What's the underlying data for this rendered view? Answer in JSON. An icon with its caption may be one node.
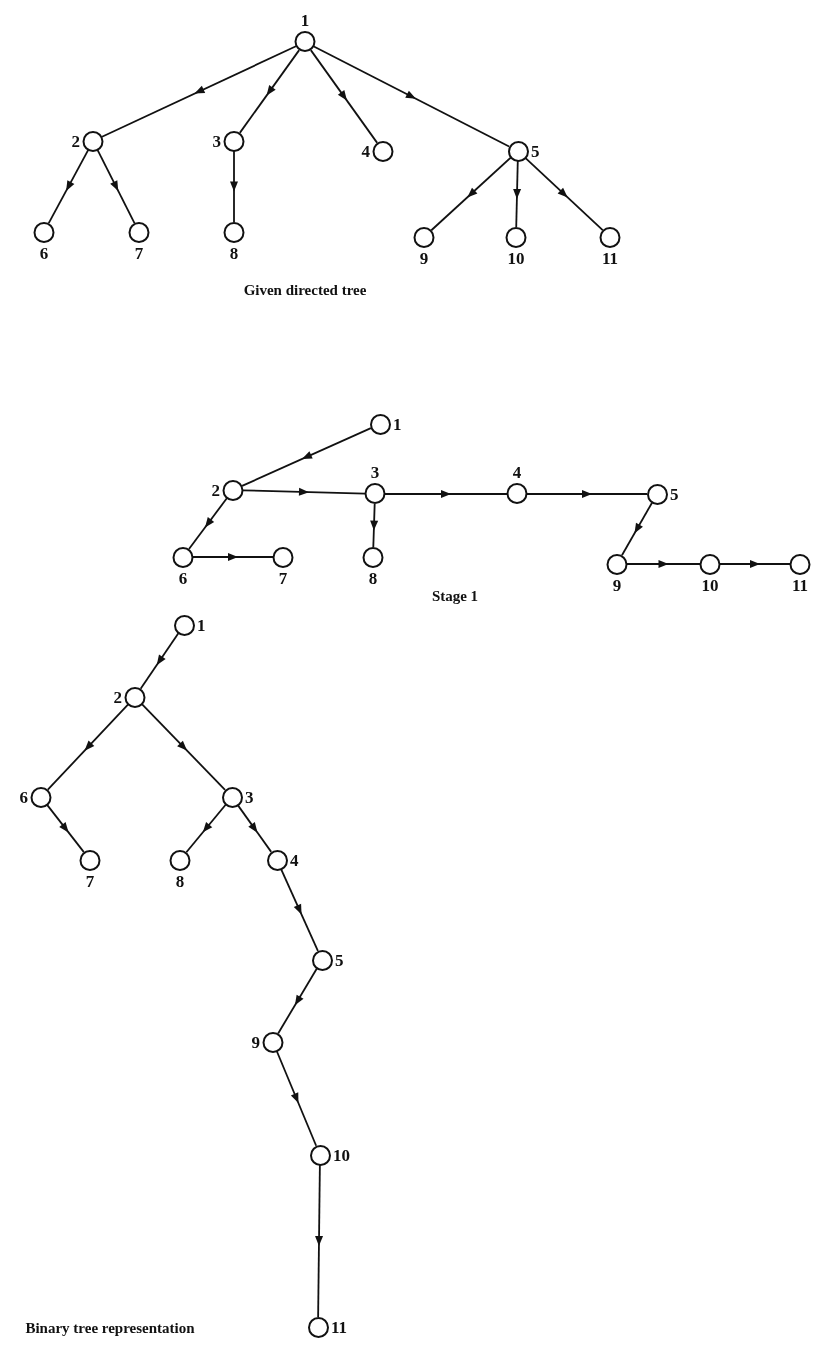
{
  "diagram": {
    "nodes": [
      {
        "text": [
          "1"
        ]
      },
      {
        "text": [
          "2"
        ]
      },
      {
        "text": [
          "3"
        ]
      },
      {
        "text": [
          "4"
        ]
      },
      {
        "text": [
          "5"
        ]
      },
      {
        "text": [
          "6"
        ]
      },
      {
        "text": [
          "7"
        ]
      },
      {
        "text": [
          "8"
        ]
      },
      {
        "text": [
          "9"
        ]
      },
      {
        "text": [
          "10"
        ]
      },
      {
        "text": [
          "11"
        ]
      },
      {
        "text": [
          "1"
        ]
      },
      {
        "text": [
          "2"
        ]
      },
      {
        "text": [
          "3"
        ]
      },
      {
        "text": [
          "4"
        ]
      },
      {
        "text": [
          "5"
        ]
      },
      {
        "text": [
          "6"
        ]
      },
      {
        "text": [
          "7"
        ]
      },
      {
        "text": [
          "8"
        ]
      },
      {
        "text": [
          "9"
        ]
      },
      {
        "text": [
          "10"
        ]
      },
      {
        "text": [
          "11"
        ]
      },
      {
        "text": [
          "1"
        ]
      },
      {
        "text": [
          "2"
        ]
      },
      {
        "text": [
          "3"
        ]
      },
      {
        "text": [
          "4"
        ]
      },
      {
        "text": [
          "5"
        ]
      },
      {
        "text": [
          "6"
        ]
      },
      {
        "text": [
          "7"
        ]
      },
      {
        "text": [
          "8"
        ]
      },
      {
        "text": [
          "9"
        ]
      },
      {
        "text": [
          "10"
        ]
      },
      {
        "text": [
          "11"
        ]
      }
    ],
    "edges": [
      {
        "from": 0,
        "to": 1,
        "arrow": "to"
      },
      {
        "from": 0,
        "to": 2,
        "arrow": "to"
      },
      {
        "from": 0,
        "to": 3,
        "arrow": "to"
      },
      {
        "from": 0,
        "to": 4,
        "arrow": "to"
      },
      {
        "from": 1,
        "to": 5,
        "arrow": "to"
      },
      {
        "from": 1,
        "to": 6,
        "arrow": "to"
      },
      {
        "from": 2,
        "to": 7,
        "arrow": "to"
      },
      {
        "from": 4,
        "to": 8,
        "arrow": "to"
      },
      {
        "from": 4,
        "to": 9,
        "arrow": "to"
      },
      {
        "from": 4,
        "to": 10,
        "arrow": "to"
      },
      {
        "from": 11,
        "to": 12,
        "arrow": "to"
      },
      {
        "from": 12,
        "to": 13,
        "arrow": "to"
      },
      {
        "from": 13,
        "to": 14,
        "arrow": "to"
      },
      {
        "from": 14,
        "to": 15,
        "arrow": "to"
      },
      {
        "from": 12,
        "to": 16,
        "arrow": "to"
      },
      {
        "from": 16,
        "to": 17,
        "arrow": "to"
      },
      {
        "from": 13,
        "to": 18,
        "arrow": "to"
      },
      {
        "from": 15,
        "to": 19,
        "arrow": "to"
      },
      {
        "from": 19,
        "to": 20,
        "arrow": "to"
      },
      {
        "from": 20,
        "to": 21,
        "arrow": "to"
      },
      {
        "from": 22,
        "to": 23,
        "arrow": "to"
      },
      {
        "from": 23,
        "to": 27,
        "arrow": "to"
      },
      {
        "from": 23,
        "to": 24,
        "arrow": "to"
      },
      {
        "from": 27,
        "to": 28,
        "arrow": "to"
      },
      {
        "from": 24,
        "to": 29,
        "arrow": "to"
      },
      {
        "from": 24,
        "to": 25,
        "arrow": "to"
      },
      {
        "from": 25,
        "to": 26,
        "arrow": "to"
      },
      {
        "from": 26,
        "to": 30,
        "arrow": "to"
      },
      {
        "from": 30,
        "to": 31,
        "arrow": "to"
      },
      {
        "from": 31,
        "to": 32,
        "arrow": "to"
      }
    ],
    "labels": [
      "Given directed tree",
      "Stage 1",
      "Binary tree representation"
    ]
  }
}
